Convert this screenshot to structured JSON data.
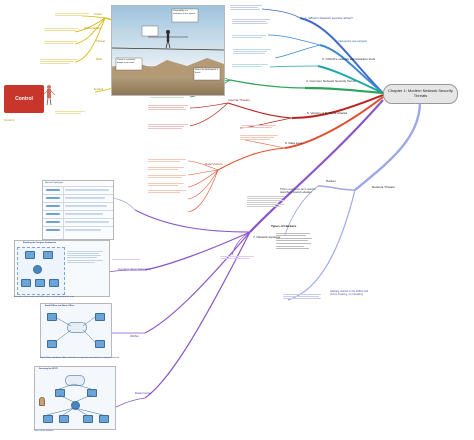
{
  "central_topic": "Chapter 1: Modern Network Security Threats",
  "right_branch": {
    "label": "Network Threats",
    "sub": "Hacker",
    "hacker_text": "This is a common term used to describe a network attacker.",
    "types_title": "Types of Hackers",
    "footnote": "Hacking started in the 1960s with phone freaking, or phreaking"
  },
  "sections": [
    {
      "label": "1. What is Network security about?",
      "color": "#4169c8"
    },
    {
      "label": "2. Networks are targets",
      "color": "#3a8ad0"
    },
    {
      "label": "3. CISCO's network administrator tools",
      "color": "#1fa6a6"
    },
    {
      "label": "4. Common Network Security Terms",
      "color": "#2da35a"
    },
    {
      "label": "5. Vectors of Network Attacks",
      "color": "#b8231c"
    },
    {
      "label": "6. Data Loss",
      "color": "#e05030"
    },
    {
      "label": "7. Network topology",
      "color": "#8a55c8"
    }
  ],
  "left_labels": {
    "control": "Control",
    "asset": "Asset",
    "vulnerability": "Vulnerability",
    "threat": "Threat",
    "risk": "Risk",
    "exploit": "Exploit",
    "internal_threat": "Internal Threats",
    "data_loss_list": "Data Vectors",
    "campus": "Campus Area Networks",
    "wan": "WANs",
    "data_center": "Data Center"
  },
  "captions": {
    "topology_small": "Network Topologies",
    "campus_caption": "Example of Interconnected LANs within a limited geographic area",
    "wan_caption": "Small Office and Home Office networks are typically connected to a corporate network",
    "dc_caption": "Data Center Network"
  },
  "image_texts": {
    "control_word": "Control",
    "balance_note_a": "Vulnerability is a weakness in the system",
    "balance_note_b": "Threat is a potential danger to an asset",
    "balance_note_c": "Risk is the likelihood of a threat",
    "campus_title": "Evolving the Campus Fundament",
    "wan_title": "Small Office and Home Office",
    "dc_title": "Securing the DCCF"
  },
  "colors": {
    "blue": "#4169c8",
    "teal": "#1fa6a6",
    "green": "#2da35a",
    "red": "#b8231c",
    "orange": "#e05030",
    "purple": "#8a55c8",
    "yellow": "#d8b400",
    "lavender": "#9fa8e8"
  }
}
